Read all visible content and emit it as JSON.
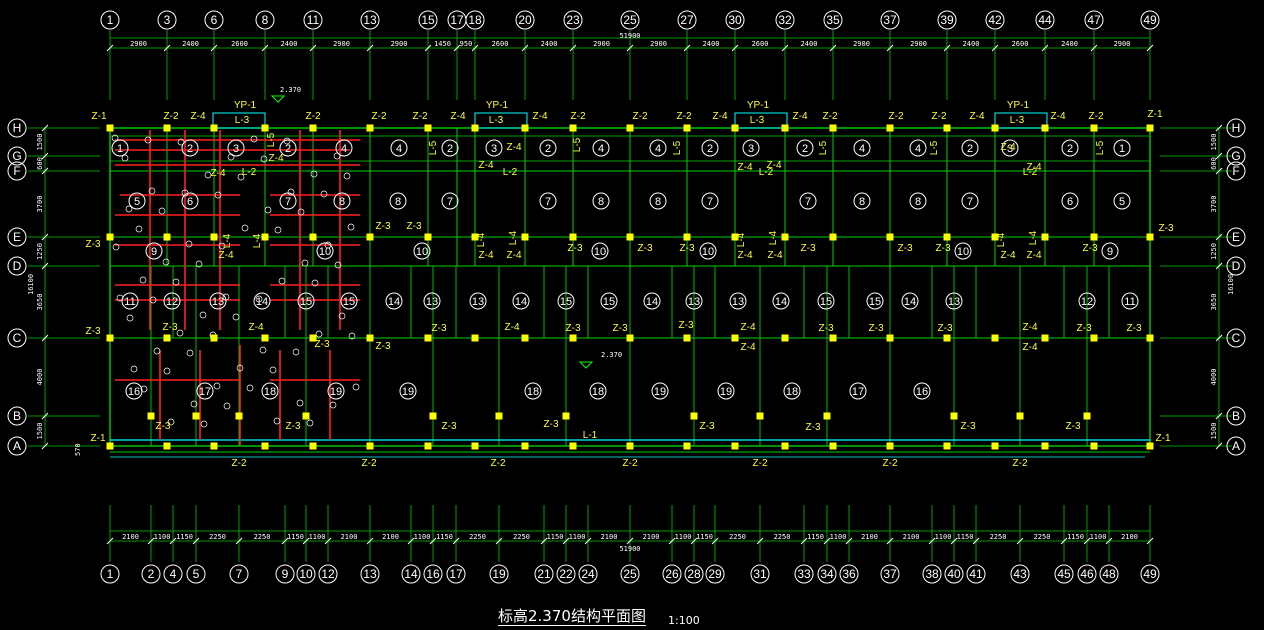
{
  "drawing": {
    "title": "标高2.370结构平面图",
    "scale": "1:100",
    "total_top": "51900",
    "total_bottom": "51900",
    "level_mark_top": "2.370",
    "level_mark_mid": "2.370",
    "dim_left_total": "16100",
    "dim_right_total": "16100"
  },
  "top_axes": [
    "1",
    "3",
    "6",
    "8",
    "11",
    "13",
    "15",
    "17",
    "18",
    "20",
    "23",
    "25",
    "27",
    "30",
    "32",
    "35",
    "37",
    "39",
    "42",
    "44",
    "47",
    "49"
  ],
  "top_dims": [
    "2900",
    "2400",
    "2600",
    "2400",
    "2900",
    "2900",
    "1450",
    "950",
    "2600",
    "2400",
    "2900",
    "2900",
    "2400",
    "2600",
    "2400",
    "2900",
    "2900",
    "2400",
    "2600",
    "2400",
    "2900"
  ],
  "bottom_axes": [
    "1",
    "2",
    "4",
    "5",
    "7",
    "9",
    "10",
    "12",
    "13",
    "14",
    "16",
    "17",
    "19",
    "21",
    "22",
    "24",
    "25",
    "26",
    "28",
    "29",
    "31",
    "33",
    "34",
    "36",
    "37",
    "38",
    "40",
    "41",
    "43",
    "45",
    "46",
    "48",
    "49"
  ],
  "bottom_dims": [
    "2100",
    "1100",
    "1150",
    "2250",
    "2250",
    "1150",
    "1100",
    "2100",
    "2100",
    "1100",
    "1150",
    "2250",
    "2250",
    "1150",
    "1100",
    "2100",
    "2100",
    "1100",
    "1150",
    "2250",
    "2250",
    "1150",
    "1100",
    "2100",
    "2100",
    "1100",
    "1150",
    "2250",
    "2250",
    "1150",
    "1100",
    "2100"
  ],
  "row_axes": [
    "H",
    "G",
    "F",
    "E",
    "D",
    "C",
    "B",
    "A"
  ],
  "row_dims": [
    "1500",
    "600",
    "3700",
    "1250",
    "3650",
    "4000",
    "1500"
  ],
  "labels": {
    "z1": "Z-1",
    "z2": "Z-2",
    "z3": "Z-3",
    "z4": "Z-4",
    "yp1": "YP-1",
    "l1": "L-1",
    "l2": "L-2",
    "l3": "L-3",
    "l4": "L-4",
    "l5": "L-5",
    "dim_570": "570"
  },
  "rooms_upper": [
    "1",
    "2",
    "3",
    "2",
    "4",
    "4",
    "2",
    "3",
    "2",
    "4",
    "4",
    "2",
    "3",
    "2",
    "4",
    "4",
    "2",
    "3",
    "2",
    "1"
  ],
  "rooms_row2": [
    "5",
    "6",
    "7",
    "8",
    "8",
    "7",
    "7",
    "8",
    "8",
    "7",
    "7",
    "8",
    "8",
    "7",
    "6",
    "5"
  ],
  "rooms_row3": [
    "9",
    "10",
    "10",
    "10",
    "10",
    "10",
    "9"
  ],
  "rooms_row4": [
    "11",
    "12",
    "13",
    "14",
    "15",
    "15",
    "14",
    "13",
    "13",
    "14",
    "15",
    "15",
    "14",
    "13",
    "13",
    "14",
    "15",
    "15",
    "14",
    "13",
    "12",
    "11"
  ],
  "rooms_row5": [
    "16",
    "17",
    "18",
    "19",
    "19",
    "18",
    "18",
    "19",
    "19",
    "18",
    "17",
    "16"
  ],
  "colors": {
    "wall": "#00d000",
    "axis_line": "#00c800",
    "column": "#ffff00",
    "beam": "#00ffff",
    "rebar": "#ff2020",
    "text": "#ffffff",
    "tag": "#ffff33"
  }
}
